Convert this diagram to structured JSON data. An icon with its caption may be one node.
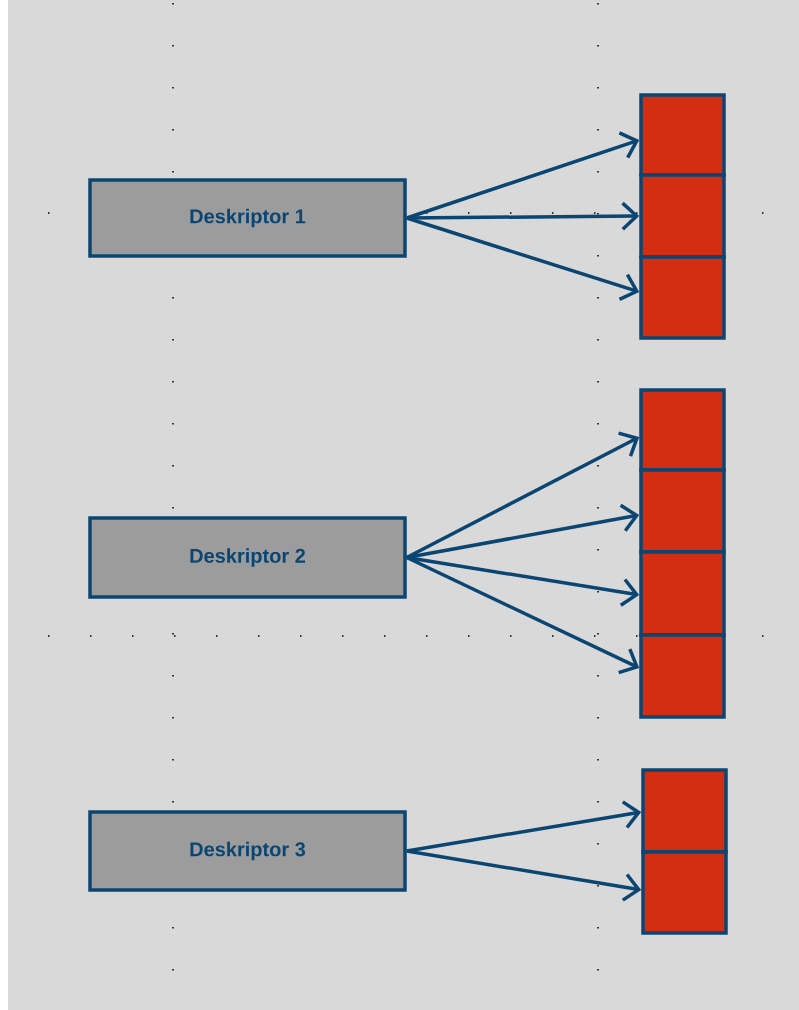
{
  "diagram": {
    "nodes": [
      {
        "text": [
          "Deskriptor 1"
        ]
      },
      {
        "text": [],
        "shape": "box"
      },
      {
        "text": [],
        "shape": "box"
      },
      {
        "text": [],
        "shape": "box"
      },
      {
        "text": [
          "Deskriptor 2"
        ]
      },
      {
        "text": [],
        "shape": "box"
      },
      {
        "text": [],
        "shape": "box"
      },
      {
        "text": [],
        "shape": "box"
      },
      {
        "text": [],
        "shape": "box"
      },
      {
        "text": [
          "Deskriptor 3"
        ]
      },
      {
        "text": [],
        "shape": "box"
      },
      {
        "text": [],
        "shape": "box"
      }
    ],
    "edges": [
      {
        "from": 0,
        "to": 1,
        "arrow": "to"
      },
      {
        "from": 0,
        "to": 2,
        "arrow": "to"
      },
      {
        "from": 0,
        "to": 3,
        "arrow": "to"
      },
      {
        "from": 4,
        "to": 5,
        "arrow": "to"
      },
      {
        "from": 4,
        "to": 6,
        "arrow": "to"
      },
      {
        "from": 4,
        "to": 7,
        "arrow": "to"
      },
      {
        "from": 4,
        "to": 8,
        "arrow": "to"
      },
      {
        "from": 9,
        "to": 10,
        "arrow": "to"
      },
      {
        "from": 9,
        "to": 11,
        "arrow": "to"
      }
    ]
  }
}
